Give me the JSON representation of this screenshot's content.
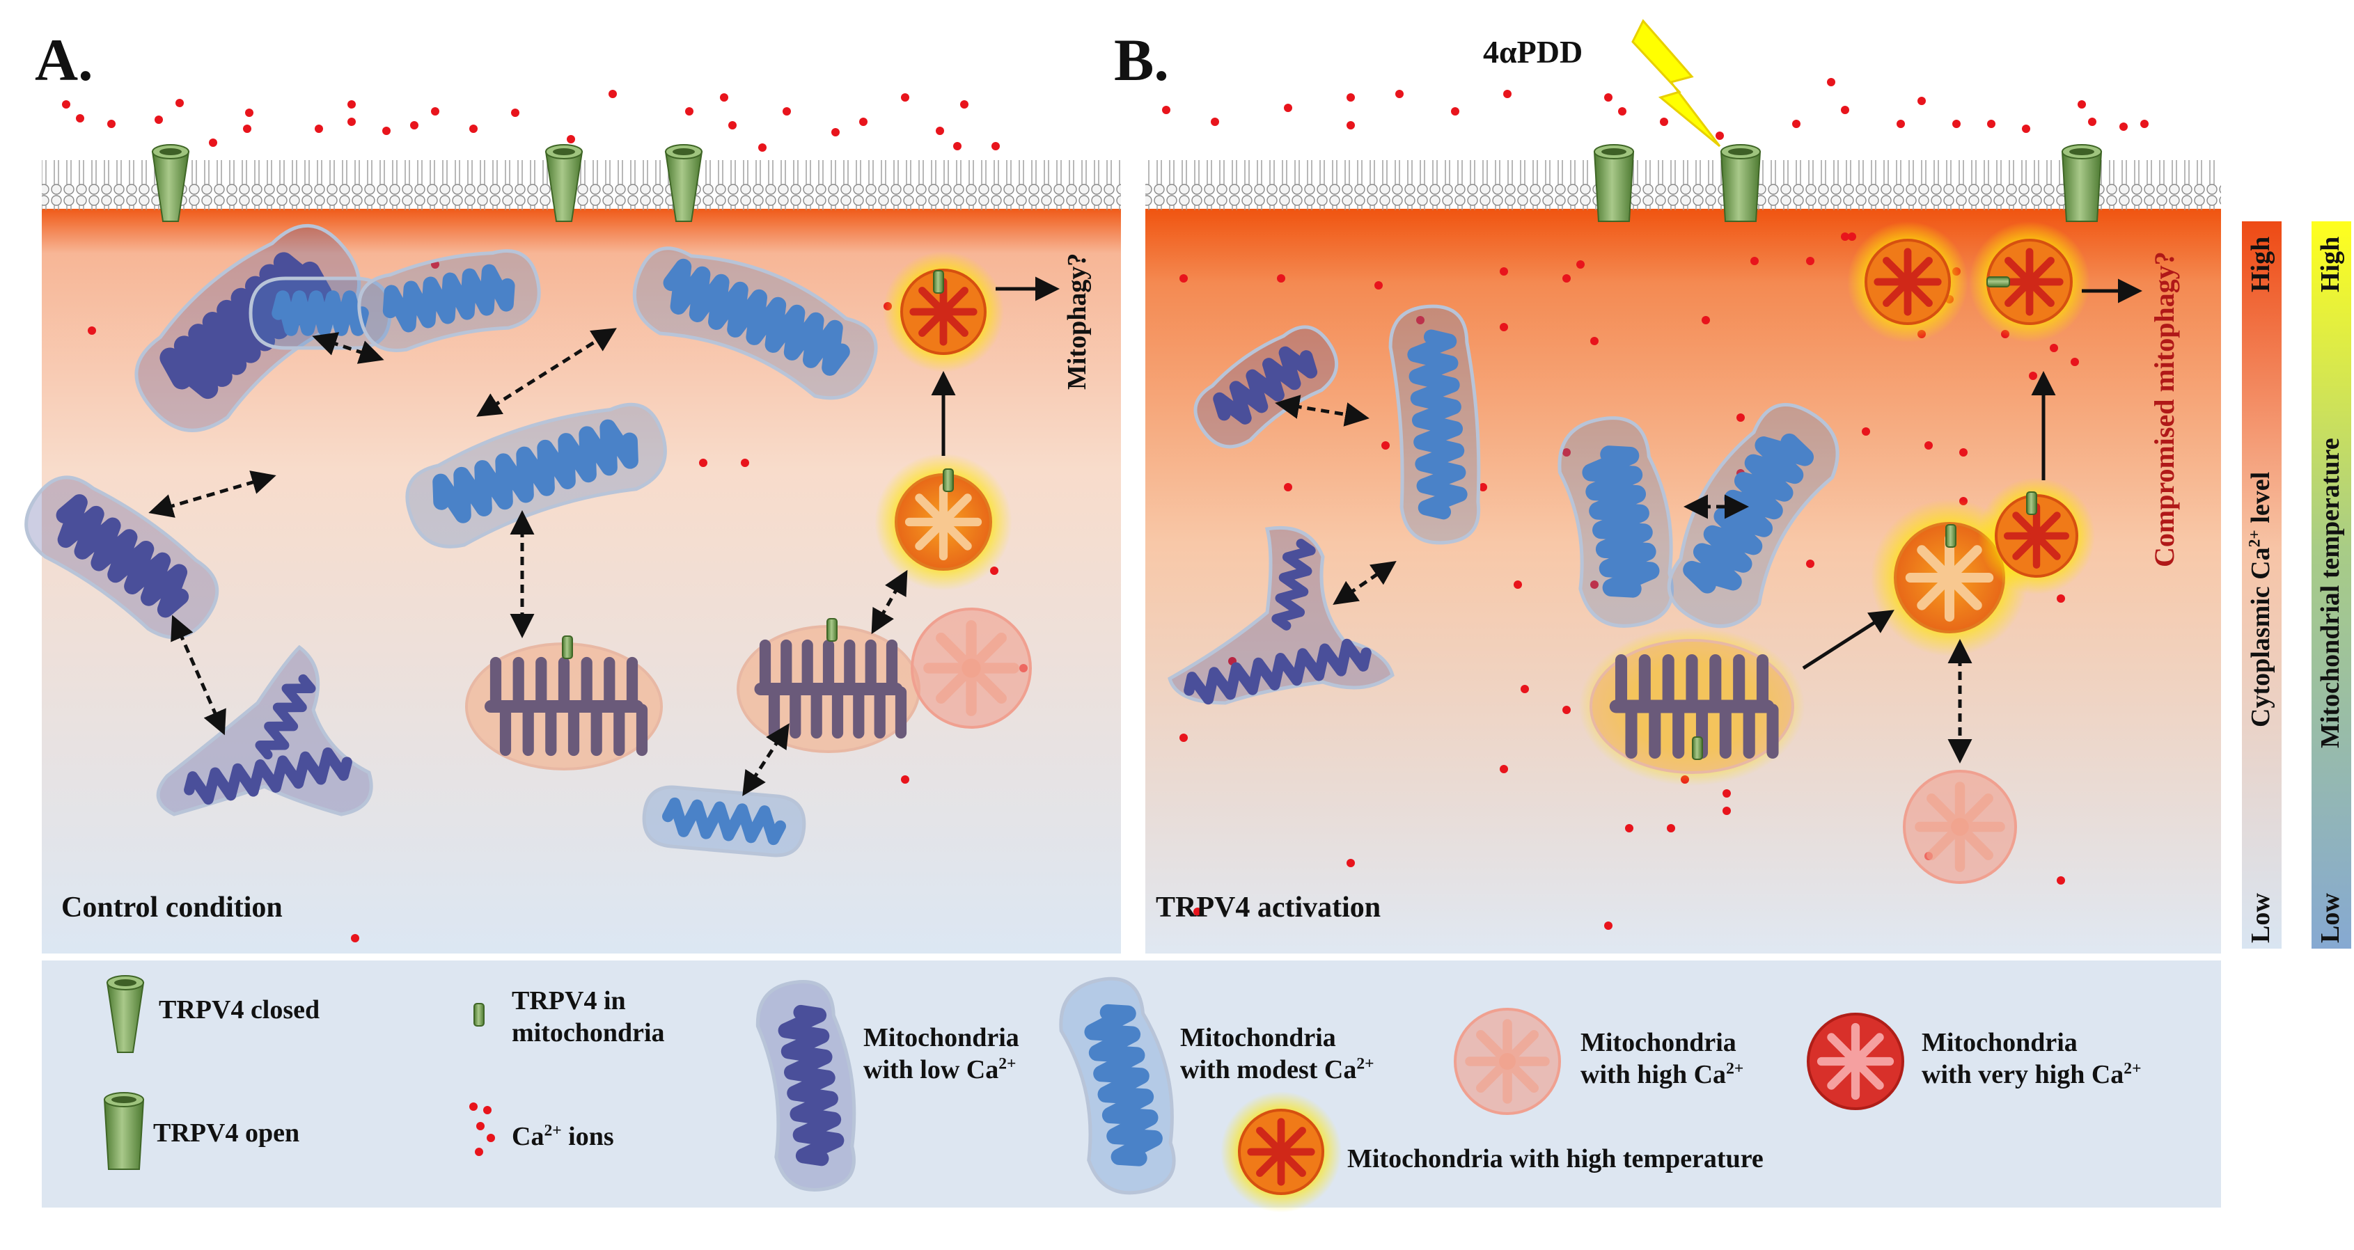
{
  "panel_a": {
    "letter": "A.",
    "caption": "Control condition",
    "mitophagy_label": "Mitophagy?"
  },
  "panel_b": {
    "letter": "B.",
    "agonist_label": "4αPDD",
    "caption": "TRPV4 activation",
    "mitophagy_label": "Compromised mitophagy?"
  },
  "scales": {
    "calcium": {
      "title_prefix": "Cytoplasmic Ca",
      "title_sup": "2+",
      "title_suffix": " level",
      "high": "High",
      "low": "Low"
    },
    "temperature": {
      "title": "Mitochondrial temperature",
      "high": "High",
      "low": "Low"
    }
  },
  "legend": {
    "trpv4_closed": "TRPV4 closed",
    "trpv4_open": "TRPV4 open",
    "trpv4_mito_line1": "TRPV4 in",
    "trpv4_mito_line2": "mitochondria",
    "ca_ions_prefix": "Ca",
    "ca_ions_sup": "2+",
    "ca_ions_suffix": " ions",
    "low_ca_line1": "Mitochondria",
    "low_ca_line2_prefix": "with low Ca",
    "low_ca_sup": "2+",
    "modest_ca_line1": "Mitochondria",
    "modest_ca_line2_prefix": "with modest Ca",
    "modest_ca_sup": "2+",
    "high_ca_line1": "Mitochondria",
    "high_ca_line2_prefix": "with high Ca",
    "high_ca_sup": "2+",
    "very_high_ca_line1": "Mitochondria",
    "very_high_ca_line2_prefix": "with very high Ca",
    "very_high_ca_sup": "2+",
    "high_temp": "Mitochondria with high temperature"
  },
  "colors": {
    "low_ca": "#4a4f9a",
    "modest_ca": "#4a82c8",
    "high_ca": "#f0a090",
    "very_high_ca": "#d8302a",
    "high_temp_glow": "#ffe600",
    "channel": "#6f9a4c",
    "ion": "#e8141c",
    "ca_gradient": [
      "#f04a10",
      "#f8c4a8",
      "#dbe6f2"
    ],
    "temp_gradient": [
      "#ffff22",
      "#a9cc86",
      "#86aad2"
    ]
  }
}
